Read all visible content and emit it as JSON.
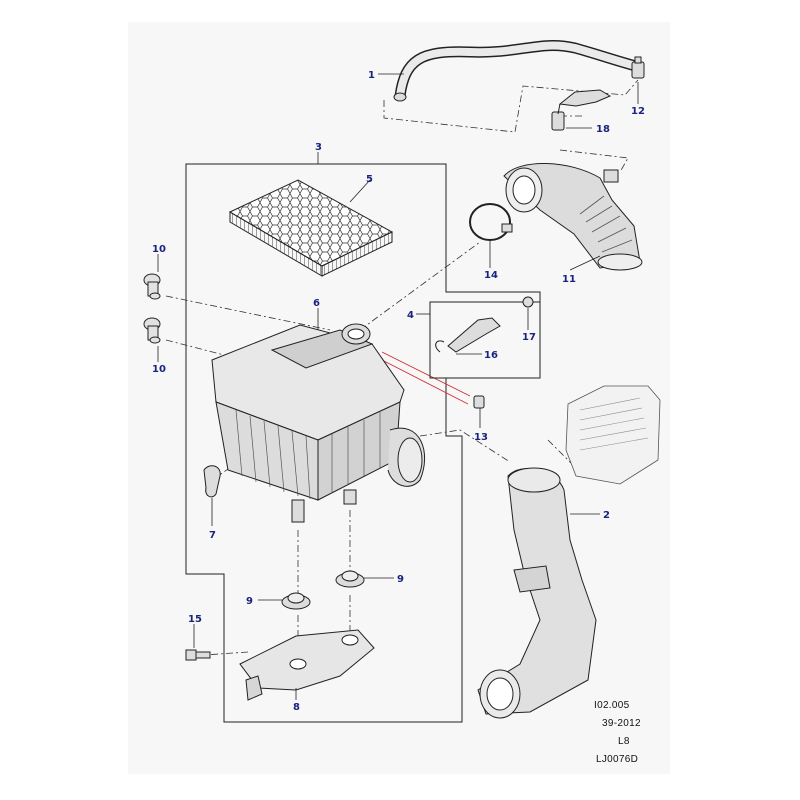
{
  "diagram": {
    "callouts": [
      {
        "id": "c1",
        "text": "1"
      },
      {
        "id": "c12",
        "text": "12"
      },
      {
        "id": "c18",
        "text": "18"
      },
      {
        "id": "c3",
        "text": "3"
      },
      {
        "id": "c5",
        "text": "5"
      },
      {
        "id": "c10a",
        "text": "10"
      },
      {
        "id": "c10b",
        "text": "10"
      },
      {
        "id": "c6",
        "text": "6"
      },
      {
        "id": "c4",
        "text": "4"
      },
      {
        "id": "c17",
        "text": "17"
      },
      {
        "id": "c16",
        "text": "16"
      },
      {
        "id": "c14",
        "text": "14"
      },
      {
        "id": "c11",
        "text": "11"
      },
      {
        "id": "c13",
        "text": "13"
      },
      {
        "id": "c7",
        "text": "7"
      },
      {
        "id": "c2",
        "text": "2"
      },
      {
        "id": "c9a",
        "text": "9"
      },
      {
        "id": "c9b",
        "text": "9"
      },
      {
        "id": "c15",
        "text": "15"
      },
      {
        "id": "c8",
        "text": "8"
      }
    ],
    "reference": {
      "line1": "I02.005",
      "line2": "39-2012",
      "line3": "L8",
      "line4": "LJ0076D"
    },
    "colors": {
      "callout": "#1a237e",
      "leader_red": "#d32f2f",
      "line": "#222222",
      "part_fill": "#e6e6e6",
      "ghost_fill": "#f2f2f2"
    }
  }
}
